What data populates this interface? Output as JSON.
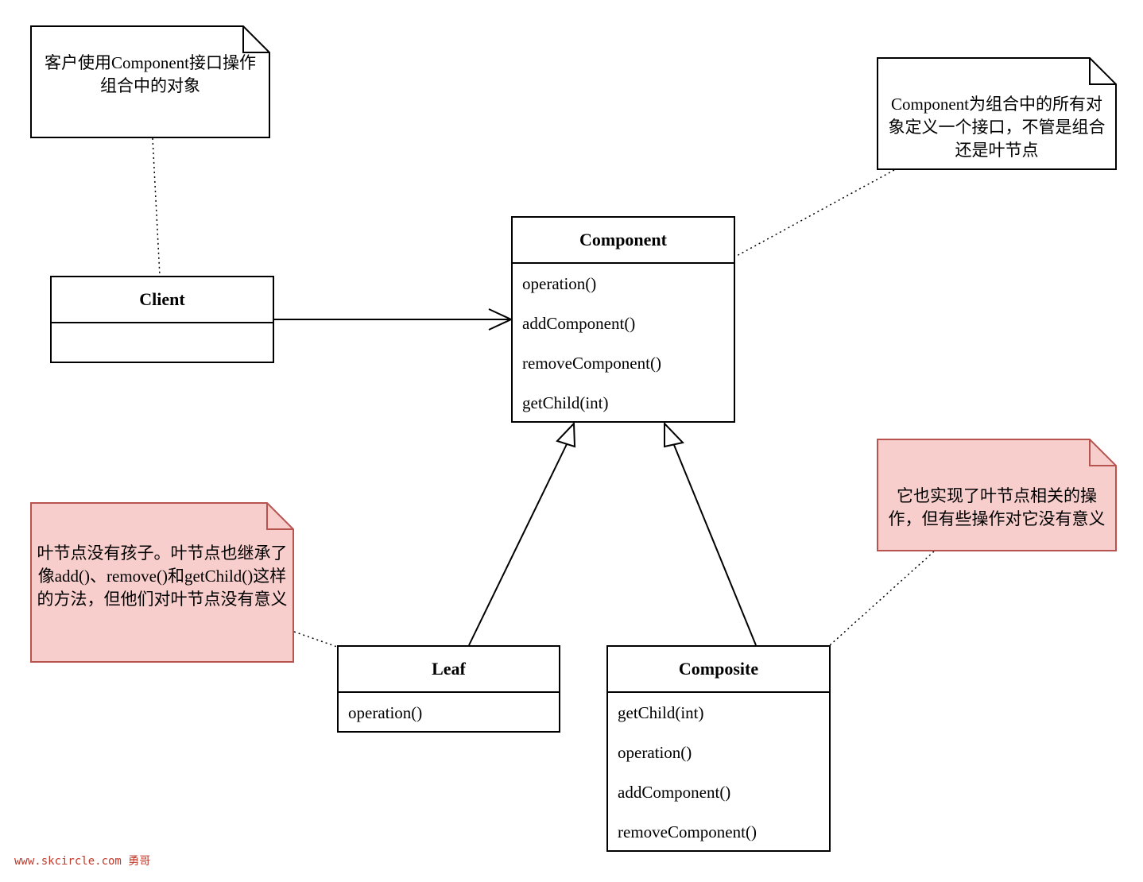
{
  "classes": {
    "client": {
      "name": "Client",
      "methods": []
    },
    "component": {
      "name": "Component",
      "methods": [
        "operation()",
        "addComponent()",
        "removeComponent()",
        "getChild(int)"
      ]
    },
    "leaf": {
      "name": "Leaf",
      "methods": [
        "operation()"
      ]
    },
    "composite": {
      "name": "Composite",
      "methods": [
        "getChild(int)",
        "operation()",
        "addComponent()",
        "removeComponent()"
      ]
    }
  },
  "notes": {
    "client_note": {
      "text": "客户使用Component接口操作组合中的对象",
      "fill": "#ffffff",
      "stroke": "#000000"
    },
    "component_note": {
      "text": "Component为组合中的所有对象定义一个接口，不管是组合还是叶节点",
      "fill": "#ffffff",
      "stroke": "#000000"
    },
    "leaf_note": {
      "text": "叶节点没有孩子。叶节点也继承了像add()、remove()和getChild()这样的方法，但他们对叶节点没有意义",
      "fill": "#f8cecc",
      "stroke": "#b85450"
    },
    "composite_note": {
      "text": "它也实现了叶节点相关的操作，但有些操作对它没有意义",
      "fill": "#f8cecc",
      "stroke": "#b85450"
    }
  },
  "relations": [
    {
      "from": "Client",
      "to": "Component",
      "type": "association"
    },
    {
      "from": "Leaf",
      "to": "Component",
      "type": "generalization"
    },
    {
      "from": "Composite",
      "to": "Component",
      "type": "generalization"
    }
  ],
  "watermark": "www.skcircle.com 勇哥"
}
